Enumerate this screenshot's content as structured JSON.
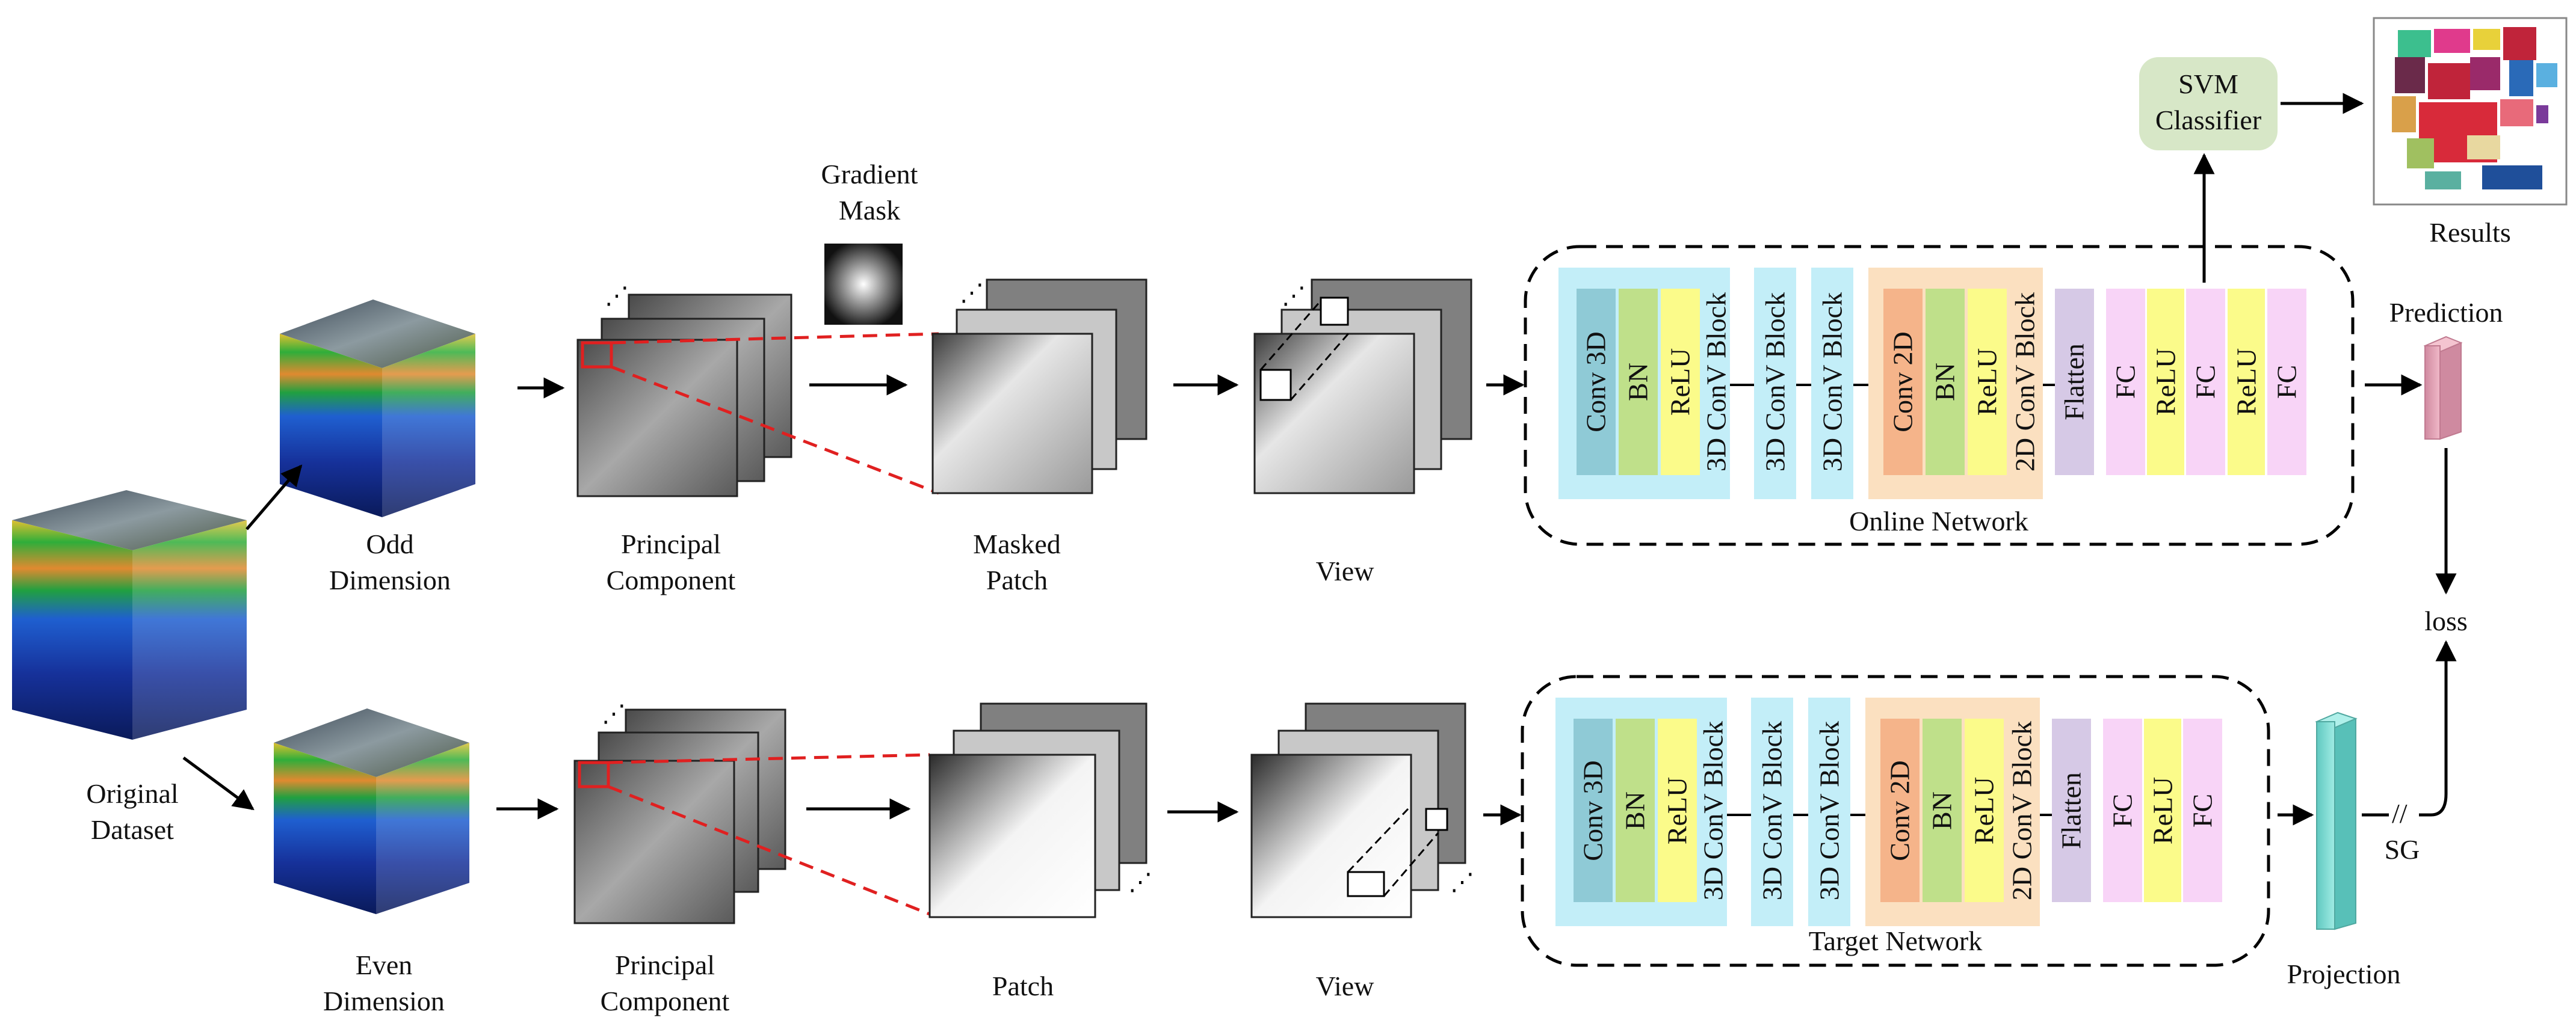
{
  "labels": {
    "original": [
      "Original",
      "Dataset"
    ],
    "odd": [
      "Odd",
      "Dimension"
    ],
    "even": [
      "Even",
      "Dimension"
    ],
    "pc_top": [
      "Principal",
      "Component"
    ],
    "pc_bottom": [
      "Principal",
      "Component"
    ],
    "gradient": [
      "Gradient",
      "Mask"
    ],
    "masked_patch": [
      "Masked",
      "Patch"
    ],
    "patch": "Patch",
    "view_top": "View",
    "view_bottom": "View",
    "online_network": "Online Network",
    "target_network": "Target Network",
    "svm": [
      "SVM",
      "Classifier"
    ],
    "results": "Results",
    "prediction": "Prediction",
    "loss": "loss",
    "projection": "Projection",
    "sg": "SG",
    "stop_grad_mark": "//"
  },
  "online_blocks": [
    "Conv 3D",
    "BN",
    "ReLU",
    "3D ConV Block",
    "3D ConV Block",
    "3D ConV Block",
    "Conv 2D",
    "BN",
    "ReLU",
    "2D ConV Block",
    "Flatten",
    "FC",
    "ReLU",
    "FC",
    "ReLU",
    "FC"
  ],
  "target_blocks": [
    "Conv 3D",
    "BN",
    "ReLU",
    "3D ConV Block",
    "3D ConV Block",
    "3D ConV Block",
    "Conv 2D",
    "BN",
    "ReLU",
    "2D ConV Block",
    "Flatten",
    "FC",
    "ReLU",
    "FC"
  ],
  "colors": {
    "conv3d": "#8fcad6",
    "bn": "#bfe08a",
    "relu": "#fbfb8a",
    "block3d": "#c3eef8",
    "conv2d": "#f5b48a",
    "block2d": "#fbe0c0",
    "flatten": "#d6c9e6",
    "fc": "#f8d4f7",
    "svm": "#d7e7c7",
    "prediction": "#e5a2b5",
    "projection": "#7fd9d1",
    "mask_line": "#e02020"
  }
}
